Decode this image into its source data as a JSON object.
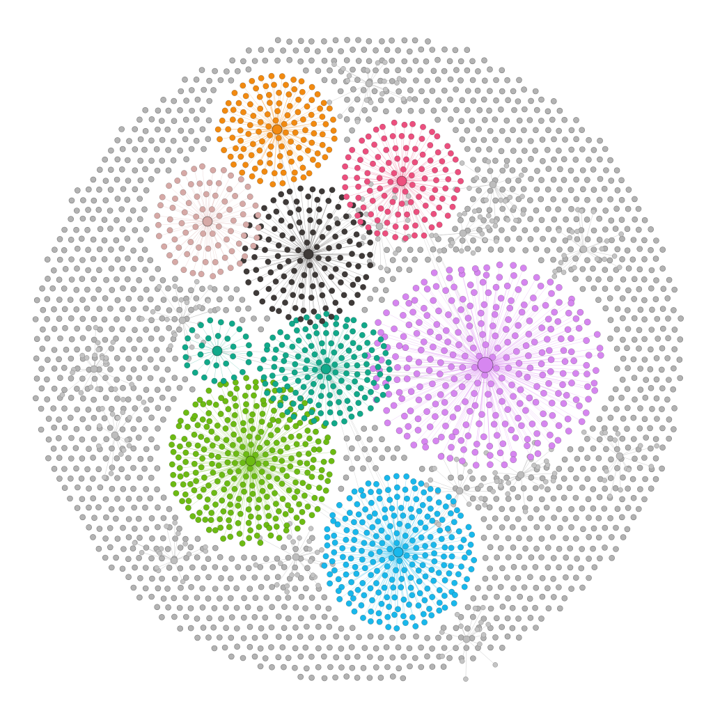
{
  "graph": {
    "type": "network",
    "layout": "radial-clusters",
    "background_color": "#ffffff",
    "edge_color_default": "#c8c8c8",
    "node_stroke_color": "#777777",
    "unclustered_node_color": "#b3b3b3",
    "unclustered_node_count": 1600,
    "clusters": [
      {
        "id": "purple",
        "color": "#d686f0",
        "node_count": 300
      },
      {
        "id": "green",
        "color": "#6dbb13",
        "node_count": 290
      },
      {
        "id": "blue",
        "color": "#19b8ec",
        "node_count": 230
      },
      {
        "id": "teal",
        "color": "#11a98a",
        "node_count": 140
      },
      {
        "id": "dark",
        "color": "#3f3a38",
        "node_count": 130
      },
      {
        "id": "orange",
        "color": "#f28a10",
        "node_count": 120
      },
      {
        "id": "pink",
        "color": "#ec4f7e",
        "node_count": 110
      },
      {
        "id": "rose",
        "color": "#d6a9a6",
        "node_count": 80
      },
      {
        "id": "teal-small",
        "color": "#11a98a",
        "node_count": 30
      }
    ],
    "gray_hub_count": 14,
    "labels_visible": false
  }
}
